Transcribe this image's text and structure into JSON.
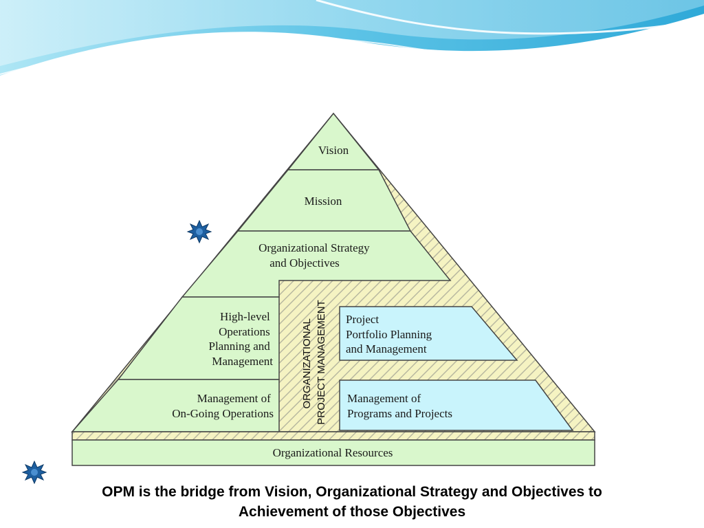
{
  "diagram": {
    "levels": [
      {
        "key": "vision",
        "lines": [
          "Vision"
        ]
      },
      {
        "key": "mission",
        "lines": [
          "Mission"
        ]
      },
      {
        "key": "strategy",
        "lines": [
          "Organizational Strategy",
          "and Objectives"
        ]
      },
      {
        "key": "operations",
        "lines": [
          "High-level",
          "Operations",
          "Planning and",
          "Management"
        ]
      },
      {
        "key": "ongoing",
        "lines": [
          "Management of",
          "On-Going Operations"
        ]
      }
    ],
    "opm_label": [
      "ORGANIZATIONAL",
      "PROJECT MANAGEMENT"
    ],
    "portfolio": [
      "Project",
      "Portfolio Planning",
      "and Management"
    ],
    "programs": [
      "Management of",
      "Programs and Projects"
    ],
    "resources": "Organizational Resources"
  },
  "caption": {
    "line1": "OPM is the bridge from Vision, Organizational Strategy and Objectives to",
    "line2": "Achievement of those Objectives"
  },
  "colors": {
    "green_fill": "#d9f7cc",
    "blue_fill": "#c9f4fc",
    "hatch_fill": "#f5f3c2",
    "hatch_line": "#b8b8a0",
    "outline": "#444444",
    "star": "#1d5fa0",
    "wave": "#5cc3e6"
  },
  "icons": [
    "star-bullet-icon",
    "star-bullet-icon"
  ]
}
